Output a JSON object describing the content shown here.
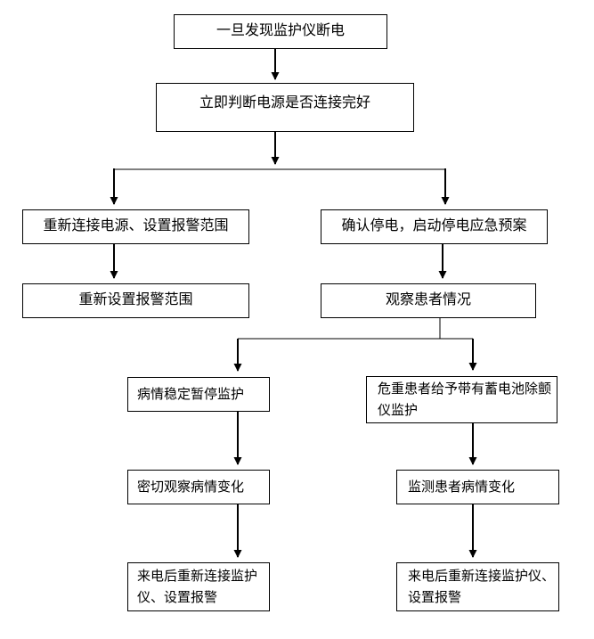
{
  "canvas": {
    "background_color": "#ffffff",
    "line_color": "#000000",
    "text_color": "#000000",
    "box_fill_color": "#ffffff",
    "box_border_color": "#000000"
  },
  "nodes": {
    "detect_power_loss": {
      "label": "一旦发现监护仪断电"
    },
    "check_power_connection": {
      "label": "立即判断电源是否连接完好"
    },
    "reconnect_power_set_alarm": {
      "label": "重新连接电源、设置报警范围"
    },
    "confirm_outage_start_plan": {
      "label": "确认停电，启动停电应急预案"
    },
    "reset_alarm_range": {
      "label": "重新设置报警范围"
    },
    "observe_patient": {
      "label": "观察患者情况"
    },
    "stable_pause_monitoring": {
      "label": "病情稳定暂停监护"
    },
    "critical_battery_defib_monitoring": {
      "label": "危重患者给予带有蓄电池除颤\n仪监护"
    },
    "closely_observe_condition": {
      "label": "密切观察病情变化"
    },
    "monitor_patient_condition": {
      "label": "监测患者病情变化"
    },
    "power_back_reconnect_left": {
      "label": "来电后重新连接监护\n仪、设置报警"
    },
    "power_back_reconnect_right": {
      "label": "来电后重新连接监护仪、\n设置报警"
    }
  }
}
